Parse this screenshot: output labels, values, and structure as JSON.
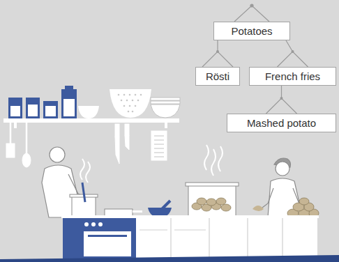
{
  "diagram": {
    "nodes": [
      {
        "text": [
          "Potatoes"
        ]
      },
      {
        "text": [
          "Rösti"
        ]
      },
      {
        "text": [
          "French fries"
        ]
      },
      {
        "text": [
          "Mashed potato"
        ]
      }
    ],
    "edges": [
      {
        "from": 0,
        "to": 1,
        "arrow": "none"
      },
      {
        "from": 0,
        "to": 2,
        "arrow": "none"
      },
      {
        "from": 2,
        "to": 3,
        "arrow": "none"
      }
    ]
  }
}
